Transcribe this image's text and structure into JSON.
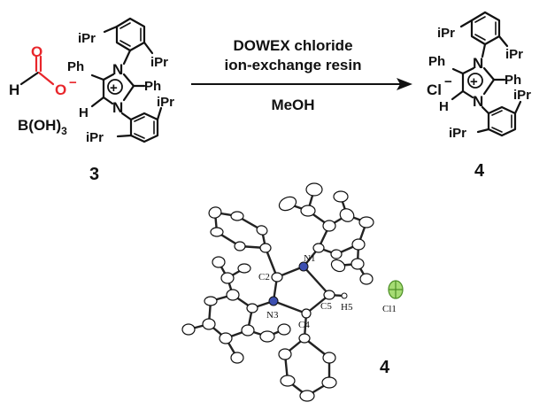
{
  "reaction": {
    "reagent_line1": "DOWEX chloride",
    "reagent_line2": "ion-exchange resin",
    "solvent": "MeOH"
  },
  "compound3": {
    "number": "3",
    "formate_h": "H",
    "formate_o_top": "O",
    "formate_o_minus": "O",
    "minus_sign": "−",
    "additive": "B(OH)",
    "additive_sub": "3",
    "ipr_top_right": "iPr",
    "ipr_top_left": "iPr",
    "ipr_bottom_right": "iPr",
    "ipr_bottom_left": "iPr",
    "ph_upper": "Ph",
    "ph_c2": "Ph",
    "h_lower": "H",
    "n_top": "N",
    "n_bottom": "N",
    "plus": "+"
  },
  "compound4": {
    "number": "4",
    "counterion": "Cl",
    "minus_sign": "−",
    "ipr_top_right": "iPr",
    "ipr_top_left": "iPr",
    "ipr_bottom_right": "iPr",
    "ipr_bottom_left": "iPr",
    "ph_upper": "Ph",
    "ph_c2": "Ph",
    "h_lower": "H",
    "n_top": "N",
    "n_bottom": "N",
    "plus": "+"
  },
  "crystal": {
    "number": "4",
    "atom_labels": {
      "n1": "N1",
      "n3": "N3",
      "c2": "C2",
      "c4": "C4",
      "c5": "C5",
      "h5": "H5",
      "cl1": "Cl1"
    },
    "colors": {
      "nitrogen": "#3c4fb0",
      "chloride": "#6dbb3a",
      "oxygen": "#e8262b"
    }
  }
}
